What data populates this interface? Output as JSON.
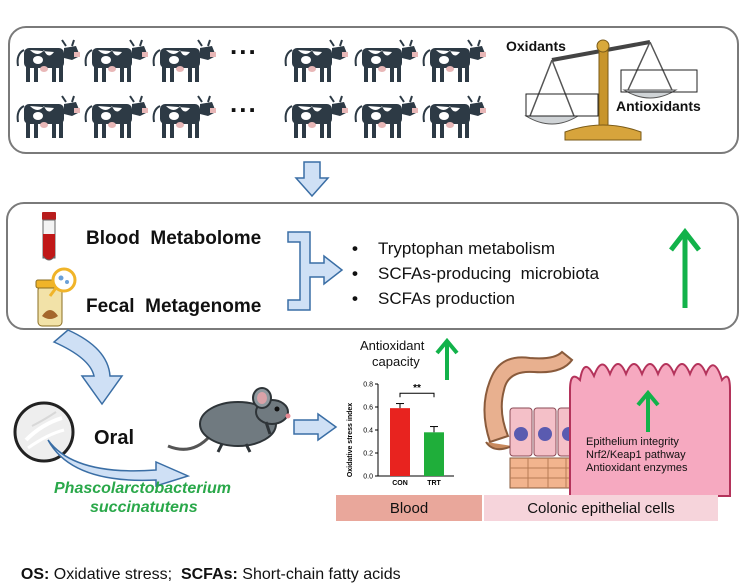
{
  "top_panel": {
    "ellipsis": "...",
    "oxidants_label": "Oxidants",
    "antioxidants_label": "Antioxidants",
    "rows": [
      {
        "cows_left": 3,
        "cows_right": 3
      },
      {
        "cows_left": 3,
        "cows_right": 3
      }
    ]
  },
  "omics_panel": {
    "blood_label": "Blood  Metabolome",
    "fecal_label": "Fecal  Metagenome",
    "bullets": [
      "Tryptophan metabolism",
      "SCFAs-producing  microbiota",
      "SCFAs production"
    ],
    "bullet_symbol": "•"
  },
  "bottom": {
    "oral_label": "Oral",
    "bacterium_line1": "Phascolarctobacterium",
    "bacterium_line2": "succinatutens",
    "antioxidant_capacity_line1": "Antioxidant",
    "antioxidant_capacity_line2": "capacity",
    "blood_tag": "Blood",
    "colon_tag": "Colonic epithelial cells",
    "epithelium_lines": [
      "Epithelium integrity",
      "Nrf2/Keap1 pathway",
      "Antioxidant enzymes"
    ]
  },
  "chart_data": {
    "type": "bar",
    "categories": [
      "CON",
      "TRT"
    ],
    "values": [
      0.59,
      0.38
    ],
    "errors": [
      0.04,
      0.05
    ],
    "ylabel": "Oxidative stress index",
    "ylim": [
      0,
      0.8
    ],
    "yticks": [
      "0.0",
      "0.2",
      "0.4",
      "0.6",
      "0.8"
    ],
    "significance": "**",
    "colors": [
      "#e8231f",
      "#1fae3a"
    ]
  },
  "footer": {
    "os_abbr": "OS:",
    "os_text": " Oxidative stress;",
    "scfa_abbr": "SCFAs:",
    "scfa_text": " Short-chain fatty acids"
  },
  "colors": {
    "up_arrow": "#12b24a",
    "bacterium_text": "#2aa84a",
    "blood_tag_bg": "#e9a79b",
    "colon_tag_bg": "#f6d4db",
    "flow_arrow_fill": "#cfe0f5",
    "flow_arrow_stroke": "#3a6ea5",
    "cow_color": "#2d3a45"
  }
}
